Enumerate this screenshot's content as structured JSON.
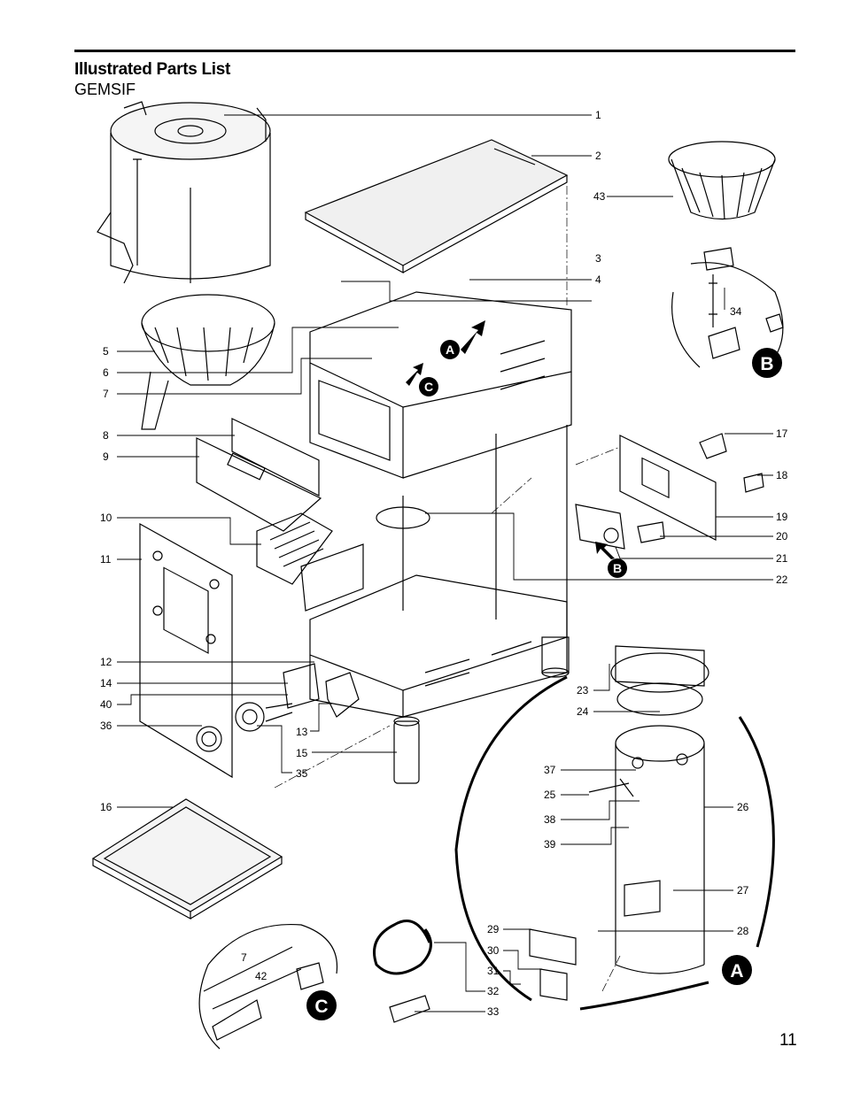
{
  "header": {
    "title": "Illustrated Parts List",
    "subtitle": "GEMSIF"
  },
  "page_number": "11",
  "callouts": [
    "1",
    "2",
    "3",
    "4",
    "5",
    "6",
    "7",
    "8",
    "9",
    "10",
    "11",
    "12",
    "13",
    "14",
    "15",
    "16",
    "17",
    "18",
    "19",
    "20",
    "21",
    "22",
    "23",
    "24",
    "25",
    "26",
    "27",
    "28",
    "29",
    "30",
    "31",
    "32",
    "33",
    "34",
    "35",
    "36",
    "37",
    "38",
    "39",
    "40",
    "42",
    "43"
  ],
  "detail_callouts": {
    "c_7": "7",
    "c_42": "42"
  },
  "detail_badges": {
    "A": "A",
    "B": "B",
    "C": "C"
  }
}
